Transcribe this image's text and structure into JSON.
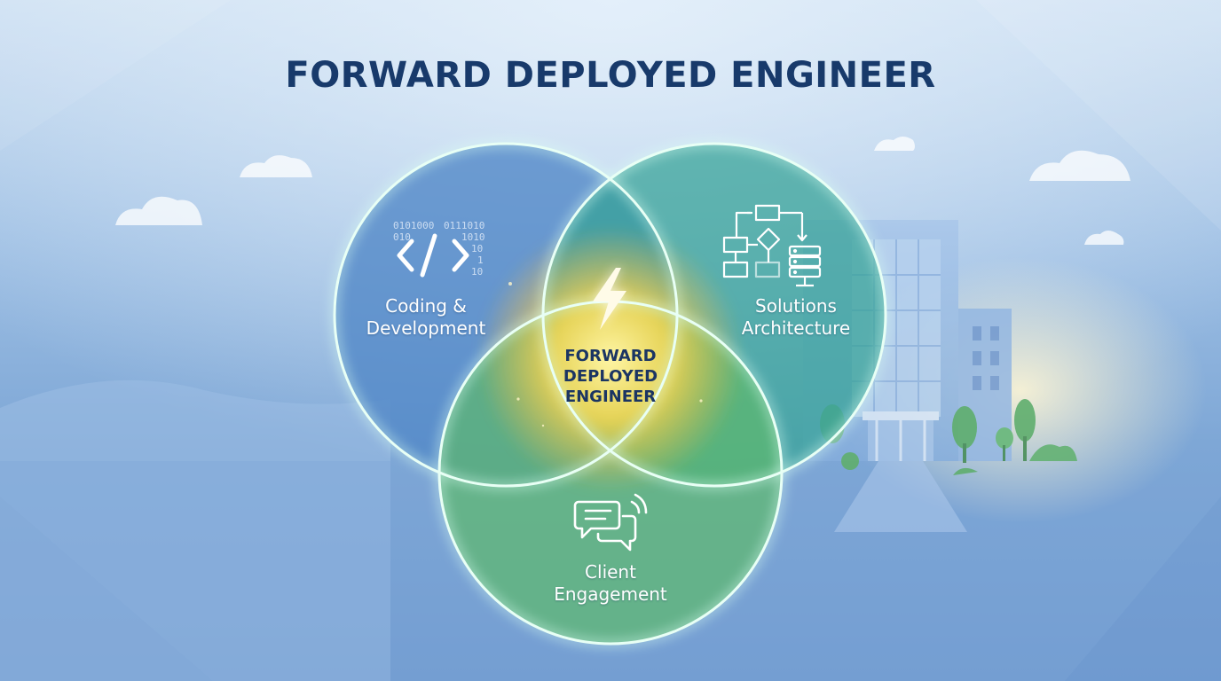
{
  "title": "FORWARD DEPLOYED ENGINEER",
  "circles": {
    "coding": {
      "line1": "Coding &",
      "line2": "Development",
      "color": "#4f86c6"
    },
    "solutions": {
      "line1": "Solutions",
      "line2": "Architecture",
      "color": "#3aa59a"
    },
    "client": {
      "line1": "Client",
      "line2": "Engagement",
      "color": "#5cb06e"
    }
  },
  "center": {
    "line1": "FORWARD",
    "line2": "DEPLOYED",
    "line3": "ENGINEER",
    "glow": "#ffe36b"
  },
  "binary": {
    "r1a": "0101000",
    "r1b": "0111010",
    "r2a": "010",
    "r2b": "1010",
    "r3": "10",
    "r4": "1",
    "r5": "10"
  },
  "icons": [
    "code-icon",
    "flowchart-icon",
    "server-icon",
    "chat-icon",
    "lightning-icon"
  ],
  "colors": {
    "title": "#183a6b",
    "ring": "#d9fff2"
  }
}
